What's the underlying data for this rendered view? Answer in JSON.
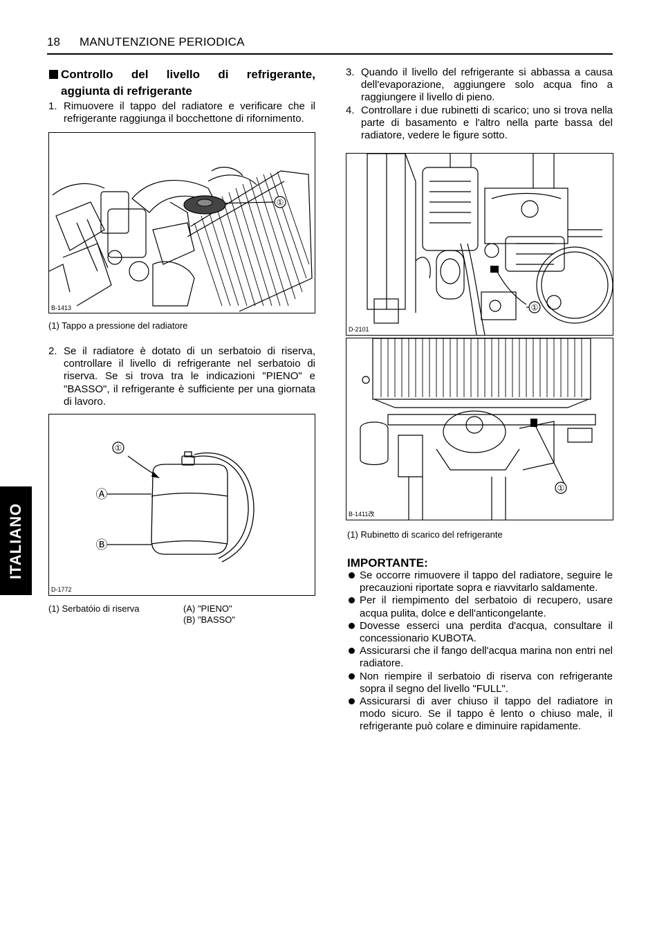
{
  "header": {
    "page_number": "18",
    "title": "MANUTENZIONE PERIODICA"
  },
  "side_tab": "ITALIANO",
  "section": {
    "title_line1": "Controllo del livello di refrigerante,",
    "title_line2": "aggiunta di refrigerante"
  },
  "steps": [
    {
      "num": "1.",
      "text": "Rimuovere il tappo del radiatore e verificare che il refrigerante raggiunga il bocchettone di rifornimento."
    },
    {
      "num": "2.",
      "text": "Se il radiatore è dotato di un serbatoio di riserva, controllare il livello di refrigerante nel serbatoio di riserva. Se si trova tra le indicazioni \"PIENO\" e \"BASSO\", il refrigerante è sufficiente per una giornata di lavoro."
    },
    {
      "num": "3.",
      "text": "Quando il livello del refrigerante si abbassa a causa dell'evaporazione, aggiungere solo acqua fino a raggiungere il livello di pieno."
    },
    {
      "num": "4.",
      "text": "Controllare i due rubinetti di scarico; uno si trova nella parte di basamento e l'altro nella parte bassa del radiatore, vedere le figure sotto."
    }
  ],
  "figures": {
    "radiator_cap": {
      "code": "B-1413",
      "callout": "①",
      "caption": "(1) Tappo a pressione del radiatore"
    },
    "reserve_tank": {
      "code": "D-1772",
      "callout_1": "①",
      "callout_a": "Ⓐ",
      "callout_b": "Ⓑ",
      "caption_1": "(1) Serbatóio di riserva",
      "caption_a": "(A) \"PIENO\"",
      "caption_b": "(B) \"BASSO\""
    },
    "engine_drain": {
      "code": "D-2101",
      "callout": "①"
    },
    "radiator_drain": {
      "code": "B-1411改",
      "callout": "①",
      "caption": "(1) Rubinetto di scarico del refrigerante"
    }
  },
  "important": {
    "title": "IMPORTANTE:",
    "items": [
      "Se occorre rimuovere il tappo del radiatore, seguire le precauzioni riportate sopra e riavvitarlo saldamente.",
      "Per il riempimento del serbatoio di recupero, usare acqua pulita, dolce e dell'anticongelante.",
      "Dovesse esserci una perdita d'acqua, consultare il concessionario KUBOTA.",
      "Assicurarsi che il fango dell'acqua marina non entri nel radiatore.",
      "Non riempire il serbatoio di riserva con refrigerante sopra il segno del livello \"FULL\".",
      "Assicurarsi di aver chiuso il tappo del radiatore in modo sicuro. Se il tappo è lento o chiuso male, il refrigerante può  colare e diminuire rapidamente."
    ]
  }
}
